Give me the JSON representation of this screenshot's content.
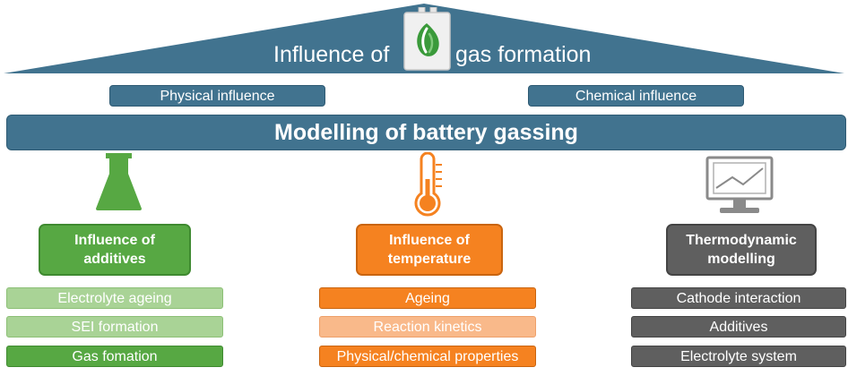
{
  "header": {
    "title_before": "Influence of",
    "title_after": "gas formation",
    "colors": {
      "roof": "#41738f",
      "battery_leaf": "#3a9a3a"
    }
  },
  "influences": {
    "physical": "Physical influence",
    "chemical": "Chemical influence"
  },
  "banner": {
    "label": "Modelling of battery gassing"
  },
  "columns": [
    {
      "icon": "flask-icon",
      "title_line1": "Influence of",
      "title_line2": "additives",
      "color": "#57a843",
      "items": [
        "Electrolyte ageing",
        "SEI formation",
        "Gas fomation"
      ],
      "item_colors": [
        "#a9d396",
        "#a9d396",
        "#57a843"
      ]
    },
    {
      "icon": "thermometer-icon",
      "title_line1": "Influence of",
      "title_line2": "temperature",
      "color": "#f58220",
      "items": [
        "Ageing",
        "Reaction kinetics",
        "Physical/chemical properties"
      ],
      "item_colors": [
        "#f58220",
        "#f9b98a",
        "#f58220"
      ]
    },
    {
      "icon": "monitor-chart-icon",
      "title_line1": "Thermodynamic",
      "title_line2": "modelling",
      "color": "#5f5f5f",
      "items": [
        "Cathode interaction",
        "Additives",
        "Electrolyte system"
      ],
      "item_colors": [
        "#5f5f5f",
        "#5f5f5f",
        "#5f5f5f"
      ]
    }
  ]
}
